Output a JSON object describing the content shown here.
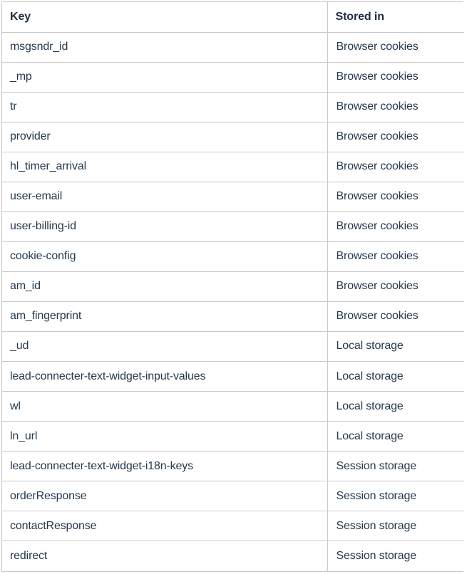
{
  "table": {
    "name": "browser-storage-keys",
    "columns": [
      {
        "id": "key",
        "label": "Key"
      },
      {
        "id": "stored_in",
        "label": "Stored in"
      }
    ],
    "rows": [
      {
        "key": "msgsndr_id",
        "stored_in": "Browser cookies"
      },
      {
        "key": "_mp",
        "stored_in": "Browser cookies"
      },
      {
        "key": "tr",
        "stored_in": "Browser cookies"
      },
      {
        "key": "provider",
        "stored_in": "Browser cookies"
      },
      {
        "key": "hl_timer_arrival",
        "stored_in": "Browser cookies"
      },
      {
        "key": "user-email",
        "stored_in": "Browser cookies"
      },
      {
        "key": "user-billing-id",
        "stored_in": "Browser cookies"
      },
      {
        "key": "cookie-config",
        "stored_in": "Browser cookies"
      },
      {
        "key": "am_id",
        "stored_in": "Browser cookies"
      },
      {
        "key": "am_fingerprint",
        "stored_in": "Browser cookies"
      },
      {
        "key": "_ud",
        "stored_in": "Local storage"
      },
      {
        "key": "lead-connecter-text-widget-input-values",
        "stored_in": "Local storage"
      },
      {
        "key": "wl",
        "stored_in": "Local storage"
      },
      {
        "key": "ln_url",
        "stored_in": "Local storage"
      },
      {
        "key": "lead-connecter-text-widget-i18n-keys",
        "stored_in": "Session storage"
      },
      {
        "key": "orderResponse",
        "stored_in": "Session storage"
      },
      {
        "key": "contactResponse",
        "stored_in": "Session storage"
      },
      {
        "key": "redirect",
        "stored_in": "Session storage"
      }
    ]
  },
  "colors": {
    "header_text": "#1f2d3d",
    "body_text": "#24394d",
    "border": "#c8c8c8",
    "background": "#ffffff"
  }
}
